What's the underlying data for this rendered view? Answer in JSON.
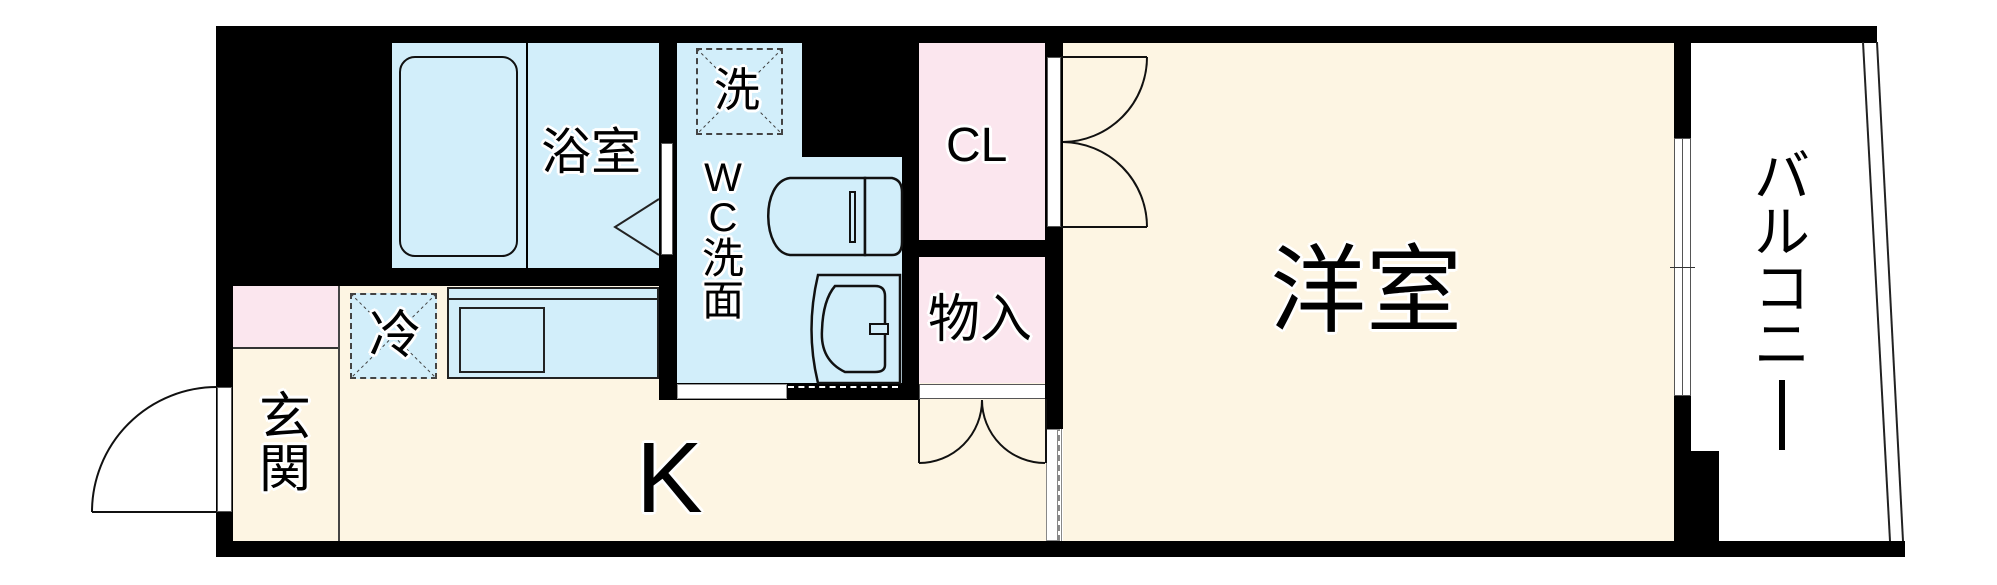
{
  "floor_plan": {
    "colors": {
      "wall": "#000000",
      "wet_area": "#d2eefa",
      "storage": "#fbe6ee",
      "floor": "#fdf5e3",
      "balcony": "#ffffff"
    },
    "rooms": {
      "bath": {
        "label": "浴室"
      },
      "washer": {
        "label": "洗"
      },
      "wc_washroom": {
        "chars": [
          "W",
          "C",
          "洗",
          "面"
        ]
      },
      "closet": {
        "label": "CL"
      },
      "storage": {
        "label": "物入"
      },
      "western_room": {
        "label": "洋室"
      },
      "fridge": {
        "label": "冷"
      },
      "entrance": {
        "chars": [
          "玄",
          "関"
        ]
      },
      "kitchen": {
        "label": "K"
      },
      "balcony": {
        "chars": [
          "バ",
          "ル",
          "コ",
          "ニ",
          "ー"
        ]
      }
    }
  }
}
